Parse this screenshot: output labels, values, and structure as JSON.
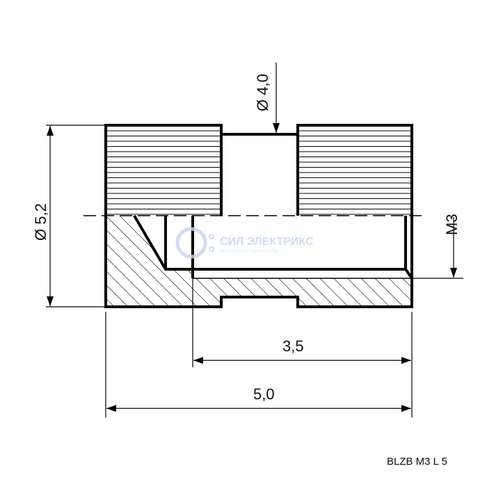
{
  "dimensions": {
    "outer_diameter": "Ø 5,2",
    "inner_diameter": "Ø 4,0",
    "thread": "M3",
    "thread_length": "3,5",
    "total_length": "5,0"
  },
  "watermark": {
    "title": "СИЛ ЭЛЕКТРИКС",
    "subtitle": "электронные компоненты"
  },
  "model_label": "BLZB M3 L 5",
  "colors": {
    "line": "#000000",
    "watermark": "#c9d7f2"
  }
}
